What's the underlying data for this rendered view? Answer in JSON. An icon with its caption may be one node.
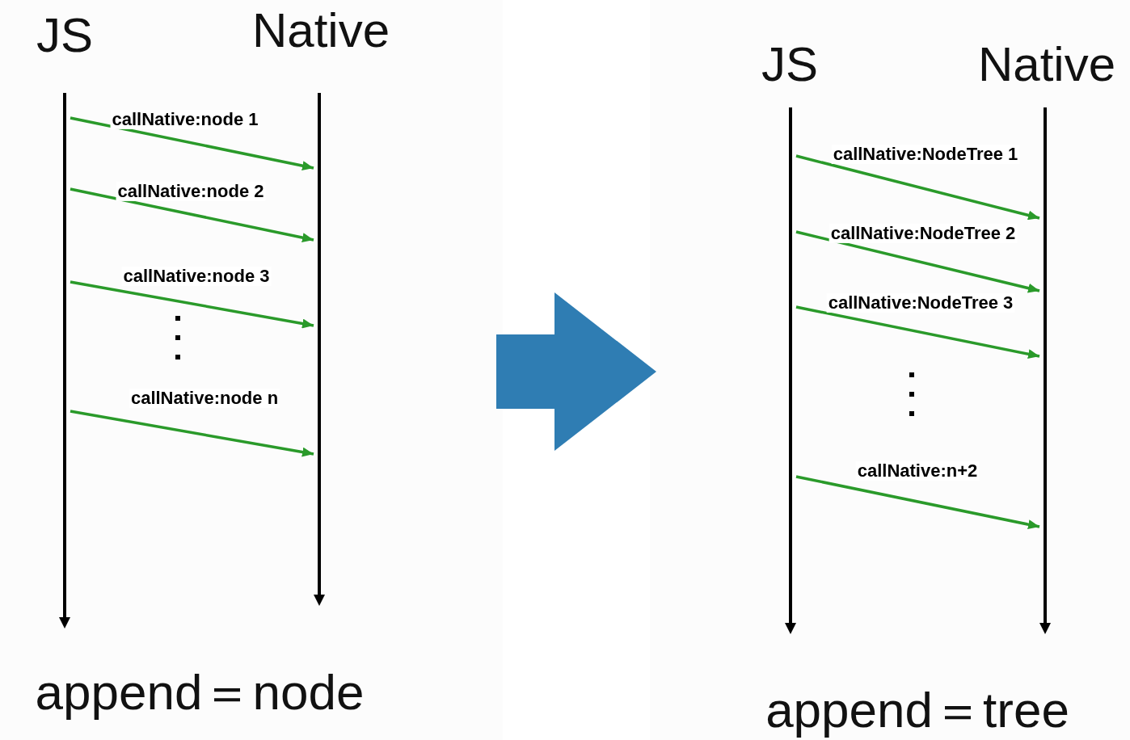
{
  "diagram": {
    "nodes": [
      {
        "text": [
          "append＝node"
        ]
      },
      {
        "text": [],
        "shape": "bar",
        "in": 0,
        "beside": [
          "JS"
        ]
      },
      {
        "text": [],
        "shape": "bar",
        "in": 0,
        "beside": [
          "Native"
        ]
      },
      {
        "text": [
          "append＝tree"
        ]
      },
      {
        "text": [],
        "shape": "bar",
        "in": 3,
        "beside": [
          "JS"
        ]
      },
      {
        "text": [],
        "shape": "bar",
        "in": 3,
        "beside": [
          "Native"
        ]
      }
    ],
    "edges": [
      {
        "from": 1,
        "to": 2,
        "arrow": "to",
        "label": "callNative:node 1",
        "color": "#2a9a2a"
      },
      {
        "from": 1,
        "to": 2,
        "arrow": "to",
        "label": "callNative:node 2",
        "color": "#2a9a2a"
      },
      {
        "from": 1,
        "to": 2,
        "arrow": "to",
        "label": "callNative:node 3",
        "color": "#2a9a2a"
      },
      {
        "from": 1,
        "to": 2,
        "arrow": "to",
        "label": "callNative:node n",
        "color": "#2a9a2a"
      },
      {
        "from": 4,
        "to": 5,
        "arrow": "to",
        "label": "callNative:NodeTree 1",
        "color": "#2a9a2a"
      },
      {
        "from": 4,
        "to": 5,
        "arrow": "to",
        "label": "callNative:NodeTree 2",
        "color": "#2a9a2a"
      },
      {
        "from": 4,
        "to": 5,
        "arrow": "to",
        "label": "callNative:NodeTree 3",
        "color": "#2a9a2a"
      },
      {
        "from": 4,
        "to": 5,
        "arrow": "to",
        "label": "callNative:n+2",
        "color": "#2a9a2a"
      },
      {
        "from": 0,
        "to": 3,
        "arrow": "to",
        "style": "thick",
        "color": "#2f7db3"
      }
    ]
  }
}
